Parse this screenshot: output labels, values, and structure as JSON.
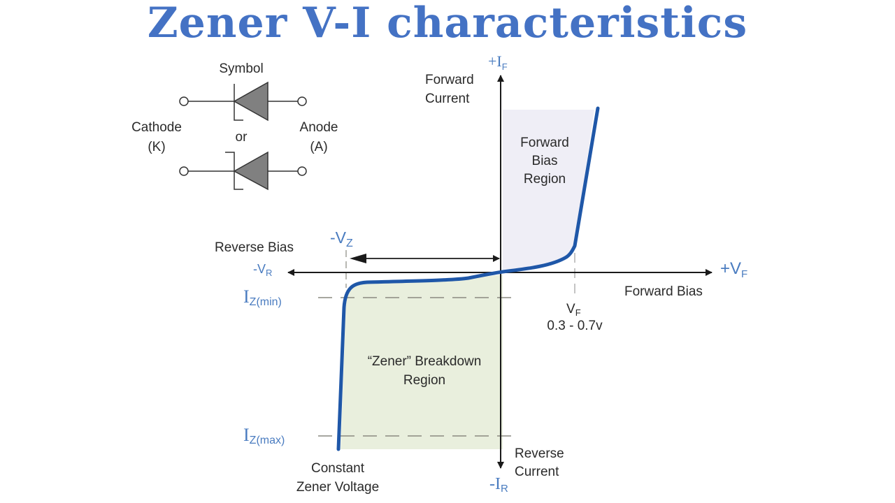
{
  "title": "Zener V-I characteristics",
  "colors": {
    "title": "#4472C4",
    "curve": "#1f57a8",
    "forward_region_fill": "#efeef6",
    "zener_region_fill": "#e9efdd",
    "axis": "#1a1a1a",
    "annotation_blue": "#4a7cc0",
    "dashed_guide": "#8a8a80",
    "symbol_fill": "#808080"
  },
  "symbol": {
    "heading": "Symbol",
    "or_label": "or",
    "cathode_label": "Cathode",
    "cathode_abbr": "(K)",
    "anode_label": "Anode",
    "anode_abbr": "(A)"
  },
  "axes": {
    "y_positive": {
      "main": "+I",
      "sub": "F"
    },
    "y_positive_caption": [
      "Forward",
      "Current"
    ],
    "y_negative": {
      "main": "-I",
      "sub": "R"
    },
    "y_negative_caption": [
      "Reverse",
      "Current"
    ],
    "x_positive": {
      "main": "+V",
      "sub": "F"
    },
    "x_positive_caption": "Forward Bias",
    "x_negative": {
      "main": "-V",
      "sub": "R"
    },
    "x_negative_caption": "Reverse Bias"
  },
  "annotations": {
    "vz": {
      "main": "-V",
      "sub": "Z"
    },
    "iz_min": {
      "main": "I",
      "sub": "Z(min)"
    },
    "iz_max": {
      "main": "I",
      "sub": "Z(max)"
    },
    "vf": {
      "main": "V",
      "sub": "F"
    },
    "vf_range": "0.3 - 0.7v",
    "constant_zener": [
      "Constant",
      "Zener Voltage"
    ]
  },
  "regions": {
    "forward": [
      "Forward",
      "Bias",
      "Region"
    ],
    "zener": [
      "“Zener” Breakdown",
      "Region"
    ]
  }
}
